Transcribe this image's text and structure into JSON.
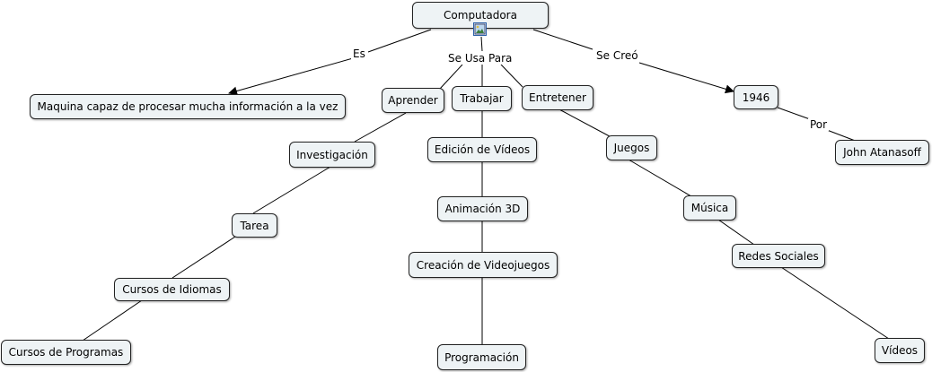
{
  "nodes": {
    "computadora": "Computadora",
    "maquina": "Maquina capaz de procesar mucha información a la vez",
    "aprender": "Aprender",
    "trabajar": "Trabajar",
    "entretener": "Entretener",
    "y1946": "1946",
    "john": "John Atanasoff",
    "investigacion": "Investigación",
    "tarea": "Tarea",
    "idiomas": "Cursos de Idiomas",
    "programas": "Cursos de Programas",
    "edicion": "Edición de Vídeos",
    "animacion": "Animación 3D",
    "creacion": "Creación de Videojuegos",
    "programacion": "Programación",
    "juegos": "Juegos",
    "musica": "Música",
    "redes": "Redes Sociales",
    "videos": "Vídeos"
  },
  "links": {
    "es": "Es",
    "se_usa_para": "Se Usa Para",
    "se_creo": "Se Creó",
    "por": "Por"
  },
  "icons": {
    "attachment": "image-icon"
  }
}
